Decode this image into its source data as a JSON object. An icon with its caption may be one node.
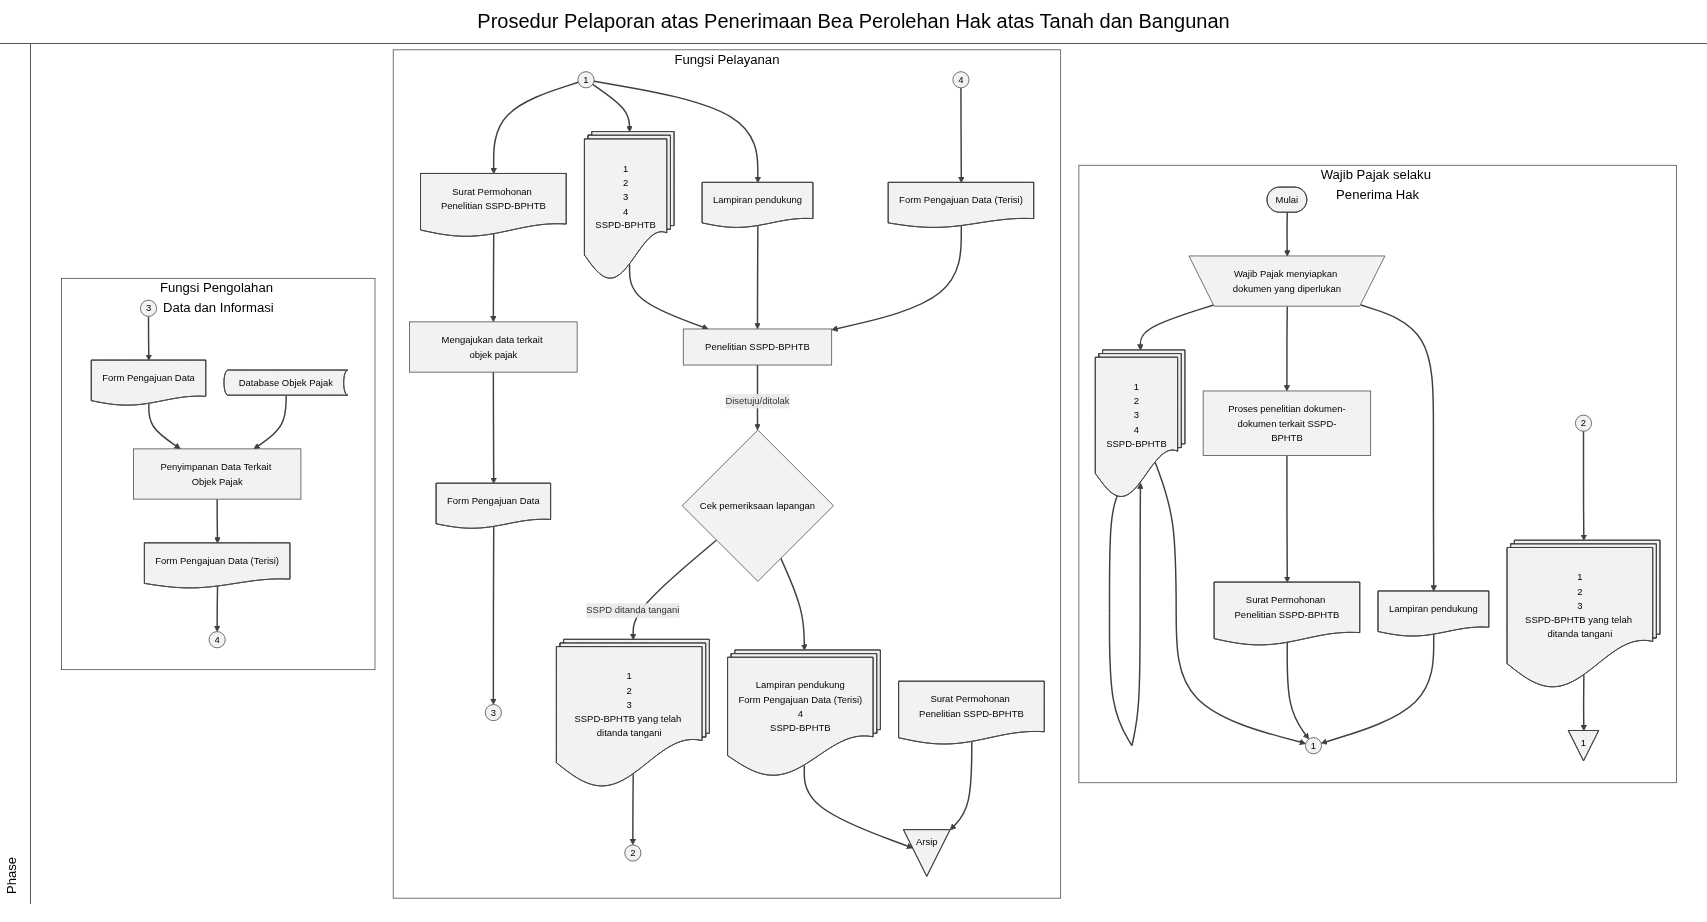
{
  "diagram": {
    "title": "Prosedur Pelaporan atas Penerimaan Bea Perolehan Hak atas Tanah dan Bangunan",
    "nodes": [
      {
        "text": [
          "Wajib Pajak selaku Penerima Hak"
        ]
      },
      {
        "text": [
          "Fungsi Pelayanan"
        ]
      },
      {
        "text": [
          "Fungsi Pengolahan Data dan Informasi"
        ]
      },
      {
        "text": [
          "Mulai"
        ],
        "in": 0
      },
      {
        "text": [
          "Wajib Pajak menyiapkan dokumen yang diperlukan"
        ],
        "in": 0
      },
      {
        "text": [
          "1",
          "2",
          "3",
          "4",
          "SSPD-BPHTB"
        ],
        "in": 0
      },
      {
        "text": [
          "Proses penelitian dokumen-dokumen terkait SSPD-BPHTB"
        ],
        "in": 0
      },
      {
        "text": [
          "Lampiran pendukung"
        ],
        "in": 0
      },
      {
        "text": [
          "Surat Permohonan Penelitian SSPD-BPHTB"
        ],
        "in": 0
      },
      {
        "text": [
          "1"
        ],
        "in": 0
      },
      {
        "text": [
          "2"
        ],
        "in": 0
      },
      {
        "text": [
          "1",
          "2",
          "3",
          "SSPD-BPHTB yang telah ditanda tangani"
        ],
        "in": 0
      },
      {
        "text": [
          "1"
        ],
        "in": 0
      },
      {
        "text": [
          "1"
        ],
        "in": 1
      },
      {
        "text": [
          "1",
          "2",
          "3",
          "4",
          "SSPD-BPHTB"
        ],
        "in": 1
      },
      {
        "text": [
          "Lampiran pendukung"
        ],
        "in": 1
      },
      {
        "text": [
          "Surat Permohonan Penelitian SSPD-BPHTB"
        ],
        "in": 1
      },
      {
        "text": [
          "Mengajukan data terkait objek pajak"
        ],
        "in": 1
      },
      {
        "text": [
          "Form Pengajuan Data"
        ],
        "in": 1
      },
      {
        "text": [
          "3"
        ],
        "in": 1
      },
      {
        "text": [
          "4"
        ],
        "in": 1
      },
      {
        "text": [
          "Form Pengajuan Data (Terisi)"
        ],
        "in": 1
      },
      {
        "text": [
          "Penelitian SSPD-BPHTB"
        ],
        "in": 1
      },
      {
        "text": [
          "Cek pemeriksaan lapangan"
        ],
        "in": 1
      },
      {
        "text": [
          "1",
          "2",
          "3",
          "SSPD-BPHTB yang telah ditanda tangani"
        ],
        "in": 1
      },
      {
        "text": [
          "2"
        ],
        "in": 1
      },
      {
        "text": [
          "Lampiran pendukung",
          "Form Pengajuan Data (Terisi)",
          "4",
          "SSPD-BPHTB"
        ],
        "in": 1
      },
      {
        "text": [
          "Surat Permohonan Penelitian SSPD-BPHTB"
        ],
        "in": 1
      },
      {
        "text": [
          "Arsip"
        ],
        "in": 1
      },
      {
        "text": [
          "3"
        ],
        "in": 2
      },
      {
        "text": [
          "Form Pengajuan Data"
        ],
        "in": 2
      },
      {
        "text": [
          "Database Objek Pajak"
        ],
        "in": 2
      },
      {
        "text": [
          "Penyimpanan Data Terkait Objek Pajak"
        ],
        "in": 2
      },
      {
        "text": [
          "Form Pengajuan Data (Terisi)"
        ],
        "in": 2
      },
      {
        "text": [
          "4"
        ],
        "in": 2
      }
    ],
    "edges": [
      {
        "from": 3,
        "to": 4,
        "arrow": "to"
      },
      {
        "from": 4,
        "to": 5,
        "arrow": "to"
      },
      {
        "from": 4,
        "to": 6,
        "arrow": "to"
      },
      {
        "from": 4,
        "to": 7,
        "arrow": "to"
      },
      {
        "from": 5,
        "to": 5,
        "arrow": "to"
      },
      {
        "from": 6,
        "to": 8,
        "arrow": "to"
      },
      {
        "from": 5,
        "to": 9,
        "arrow": "to"
      },
      {
        "from": 8,
        "to": 9,
        "arrow": "to"
      },
      {
        "from": 7,
        "to": 9,
        "arrow": "to"
      },
      {
        "from": 10,
        "to": 11,
        "arrow": "to"
      },
      {
        "from": 11,
        "to": 12,
        "arrow": "to"
      },
      {
        "from": 13,
        "to": 14,
        "arrow": "to"
      },
      {
        "from": 13,
        "to": 15,
        "arrow": "to"
      },
      {
        "from": 13,
        "to": 16,
        "arrow": "to"
      },
      {
        "from": 16,
        "to": 17,
        "arrow": "to"
      },
      {
        "from": 17,
        "to": 18,
        "arrow": "to"
      },
      {
        "from": 18,
        "to": 19,
        "arrow": "to"
      },
      {
        "from": 14,
        "to": 22,
        "arrow": "to"
      },
      {
        "from": 15,
        "to": 22,
        "arrow": "to"
      },
      {
        "from": 20,
        "to": 21,
        "arrow": "to"
      },
      {
        "from": 21,
        "to": 22,
        "arrow": "to"
      },
      {
        "from": 22,
        "to": 23,
        "arrow": "to",
        "label": "Disetuju/ditolak"
      },
      {
        "from": 23,
        "to": 24,
        "arrow": "to",
        "label": "SSPD ditanda tangani"
      },
      {
        "from": 23,
        "to": 26,
        "arrow": "to"
      },
      {
        "from": 24,
        "to": 25,
        "arrow": "to"
      },
      {
        "from": 26,
        "to": 28,
        "arrow": "to"
      },
      {
        "from": 27,
        "to": 28,
        "arrow": "to"
      },
      {
        "from": 29,
        "to": 30,
        "arrow": "to"
      },
      {
        "from": 30,
        "to": 32,
        "arrow": "to"
      },
      {
        "from": 31,
        "to": 32,
        "arrow": "to"
      },
      {
        "from": 32,
        "to": 33,
        "arrow": "to"
      },
      {
        "from": 33,
        "to": 34,
        "arrow": "to"
      }
    ],
    "labels": [
      "Phase"
    ]
  }
}
